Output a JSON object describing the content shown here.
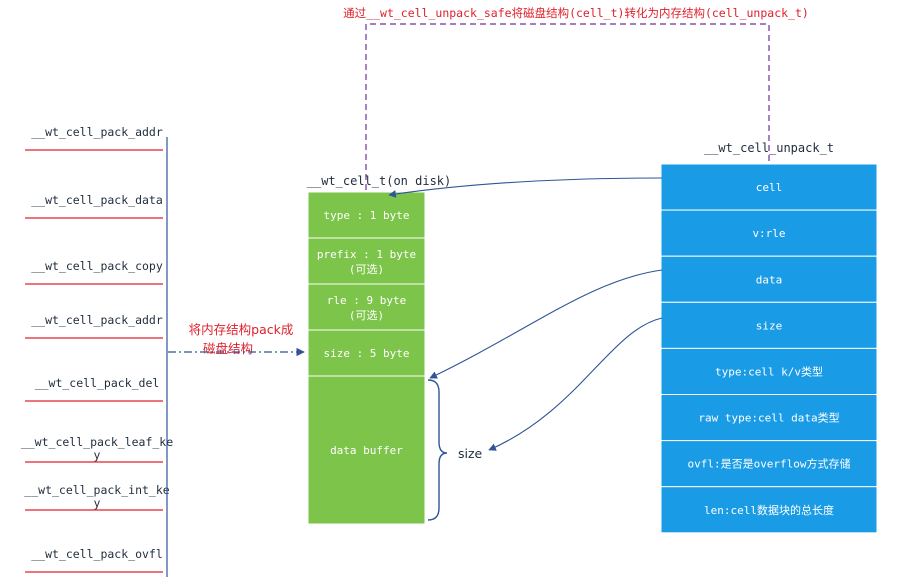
{
  "top_title": "通过__wt_cell_unpack_safe将磁盘结构(cell_t)转化为内存结构(cell_unpack_t)",
  "left_functions": [
    {
      "line1": "__wt_cell_pack_addr",
      "line2": ""
    },
    {
      "line1": "__wt_cell_pack_data",
      "line2": ""
    },
    {
      "line1": "__wt_cell_pack_copy",
      "line2": ""
    },
    {
      "line1": "__wt_cell_pack_addr",
      "line2": ""
    },
    {
      "line1": "__wt_cell_pack_del",
      "line2": ""
    },
    {
      "line1": "__wt_cell_pack_leaf_ke",
      "line2": "y"
    },
    {
      "line1": "__wt_cell_pack_int_ke",
      "line2": "y"
    },
    {
      "line1": "__wt_cell_pack_ovfl",
      "line2": ""
    }
  ],
  "pack_label": {
    "line1": "将内存结构pack成",
    "line2": "磁盘结构"
  },
  "cell_t": {
    "title": "__wt_cell_t(on disk)",
    "rows": [
      {
        "line1": "type : 1 byte",
        "line2": ""
      },
      {
        "line1": "prefix : 1 byte",
        "line2": "(可选)"
      },
      {
        "line1": "rle : 9 byte",
        "line2": "(可选)"
      },
      {
        "line1": "size : 5 byte",
        "line2": ""
      },
      {
        "line1": "data buffer",
        "line2": ""
      }
    ]
  },
  "brace_label": "size",
  "unpack": {
    "title": "__wt_cell_unpack_t",
    "rows": [
      "cell",
      "v:rle",
      "data",
      "size",
      "type:cell k/v类型",
      "raw type:cell data类型",
      "ovfl:是否是overflow方式存储",
      "len:cell数据块的总长度"
    ]
  },
  "colors": {
    "green": "#7dc44a",
    "blue": "#1a9be6",
    "red": "#e0202c",
    "navy": "#2f5597",
    "purple": "#7030a0",
    "text": "#1f2d3d"
  }
}
